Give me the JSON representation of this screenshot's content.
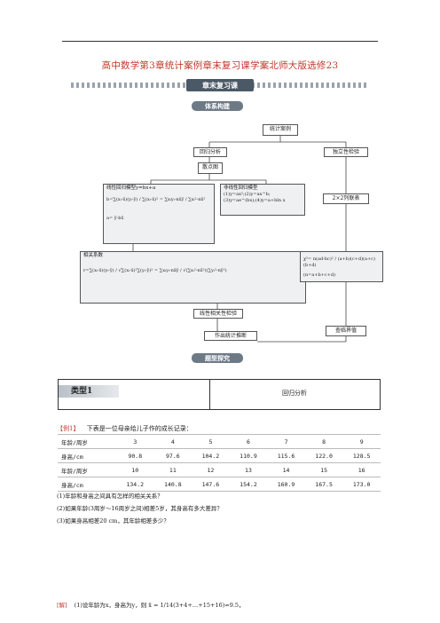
{
  "doc": {
    "title": "高中数学第3章统计案例章末复习课学案北师大版选修23",
    "banner_label": "章末复习课",
    "section1_label": "体系构建",
    "section2_label": "题型探究"
  },
  "diagram": {
    "root": "统计案例",
    "regression": "回归分析",
    "independence": "独立性检验",
    "scatter": "散点图",
    "linear_model_title": "线性回归模型y=bx+a",
    "linear_model_b": "b=∑(xᵢ-x̄)(yᵢ-ȳ) / ∑(xᵢ-x̄)² = ∑xᵢyᵢ-nx̄ȳ / ∑xᵢ²-nx̄²",
    "linear_model_a": "a= ȳ-bx̄",
    "nonlinear_title": "非线性回归模型",
    "nonlinear_1": "(1)y=ax²;(2)y=ax^b;",
    "nonlinear_2": "(3)y=ae^(bx);(4)y=a+bln x",
    "contingency": "2×2列联表",
    "corr_title": "相关系数",
    "corr_formula": "r=∑(xᵢ-x̄)(yᵢ-ȳ) / √∑(xᵢ-x̄)²∑(yᵢ-ȳ)² = ∑xᵢyᵢ-nx̄ȳ / √(∑xᵢ²-nx̄²)(∑yᵢ²-nȳ²)",
    "chi_formula": "χ²= n(ad-bc)² / (a+b)(c+d)(a+c)(b+d)",
    "chi_n": "(n=a+b+c+d)",
    "critical": "查临界值",
    "linear_test": "线性相关性检验",
    "inference": "作出统计推断"
  },
  "type_box": {
    "label": "类型1",
    "topic": "回归分析"
  },
  "example": {
    "tag": "【例1】",
    "text": "下表是一位母亲给儿子作的成长记录："
  },
  "table": {
    "rows": [
      [
        "年龄/周岁",
        "3",
        "4",
        "5",
        "6",
        "7",
        "8",
        "9"
      ],
      [
        "身高/cm",
        "90.8",
        "97.6",
        "104.2",
        "110.9",
        "115.6",
        "122.0",
        "128.5"
      ],
      [
        "年龄/周岁",
        "10",
        "11",
        "12",
        "13",
        "14",
        "15",
        "16"
      ],
      [
        "身高/cm",
        "134.2",
        "140.8",
        "147.6",
        "154.2",
        "160.9",
        "167.5",
        "173.0"
      ]
    ]
  },
  "questions": {
    "q1": "(1)年龄和身高之间具有怎样的相关关系？",
    "q2": "(2)如果年龄(3周岁～16周岁之间)相差5岁，其身高有多大差异？",
    "q3": "(3)如果身高相差20 cm，其年龄相差多少？"
  },
  "solution": {
    "tag": "[解]",
    "text": "(1)设年龄为x，身高为y，则 x̄ = 1/14(3+4+…+15+16)=9.5，"
  }
}
